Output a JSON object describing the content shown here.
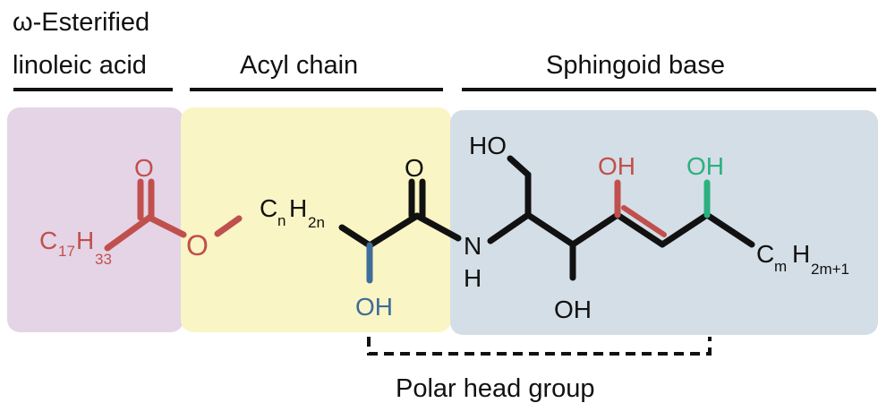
{
  "headers": {
    "esterified_line1": "ω-Esterified",
    "esterified_line2": "linoleic acid",
    "acyl": "Acyl chain",
    "sphingoid": "Sphingoid base"
  },
  "footer": {
    "polar_head": "Polar head group"
  },
  "colors": {
    "ester_region": "#e4d4e6",
    "acyl_region": "#faf5c4",
    "sphingoid_region": "#d4dee6",
    "ester_red": "#c0504d",
    "hydroxy_blue": "#3d6d9a",
    "hydroxy_green": "#2bb07f",
    "bond_black": "#111111"
  },
  "atoms": {
    "c_letter": "C",
    "h_letter": "H",
    "o_letter": "O",
    "n_letter": "N",
    "ester_c_sub": "17",
    "ester_h_sub": "33",
    "acyl_c_sub": "n",
    "acyl_h_sub": "2n",
    "base_c_sub": "m",
    "base_h_sub": "2m+1",
    "oh": "OH",
    "ho": "HO"
  }
}
